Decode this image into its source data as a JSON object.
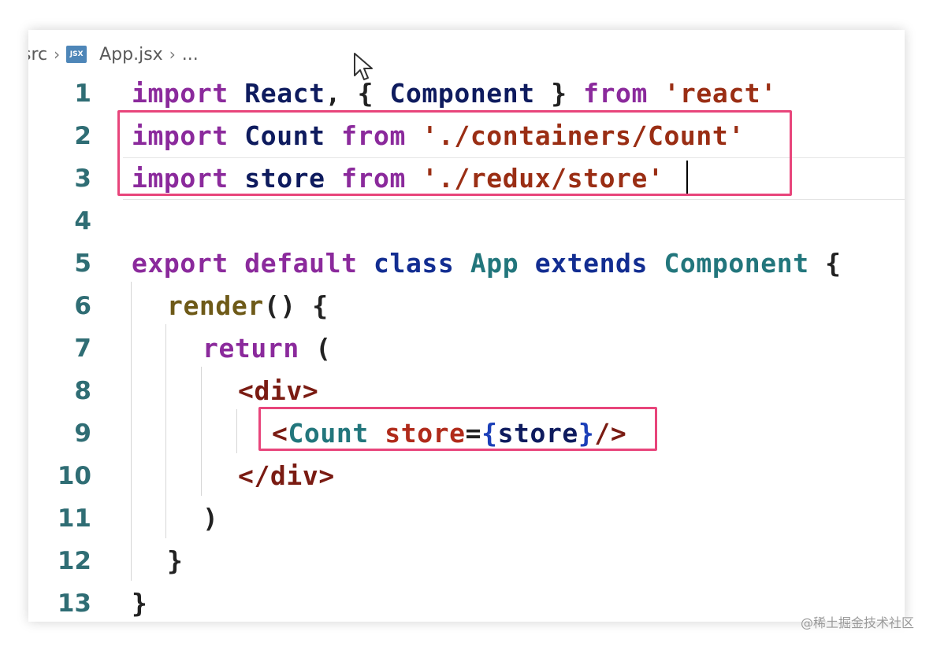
{
  "breadcrumb": {
    "folder": "src",
    "file_icon": "JSX",
    "file": "App.jsx",
    "more": "..."
  },
  "code_lines": [
    {
      "number": "1"
    },
    {
      "number": "2"
    },
    {
      "number": "3"
    },
    {
      "number": "4"
    },
    {
      "number": "5"
    },
    {
      "number": "6"
    },
    {
      "number": "7"
    },
    {
      "number": "8"
    },
    {
      "number": "9"
    },
    {
      "number": "10"
    },
    {
      "number": "11"
    },
    {
      "number": "12"
    },
    {
      "number": "13"
    }
  ],
  "tokens": {
    "l1": [
      "import",
      "React",
      ",",
      "{",
      "Component",
      "}",
      "from",
      "'react'"
    ],
    "l2": [
      "import",
      "Count",
      "from",
      "'./containers/Count'"
    ],
    "l3": [
      "import",
      "store",
      "from",
      "'./redux/store",
      "'"
    ],
    "l5": [
      "export",
      "default",
      "class",
      "App",
      "extends",
      "Component",
      "{"
    ],
    "l6": [
      "render",
      "()",
      "{"
    ],
    "l7": [
      "return",
      "("
    ],
    "l8": [
      "<div>"
    ],
    "l9": [
      "<",
      "Count",
      "store",
      "=",
      "{",
      "store",
      "}",
      "/>"
    ],
    "l10": [
      "</div>"
    ],
    "l11": [
      ")"
    ],
    "l12": [
      "}"
    ],
    "l13": [
      "}"
    ]
  },
  "watermark": "@稀土掘金技术社区",
  "colors": {
    "highlight_box": "#e8457b",
    "line_number": "#2f6d74",
    "keyword": "#8b2a9c",
    "string": "#9a2e14"
  },
  "icons": {
    "cursor": "mouse-pointer-icon",
    "file": "jsx-file-icon",
    "chevron": "chevron-right-icon"
  }
}
